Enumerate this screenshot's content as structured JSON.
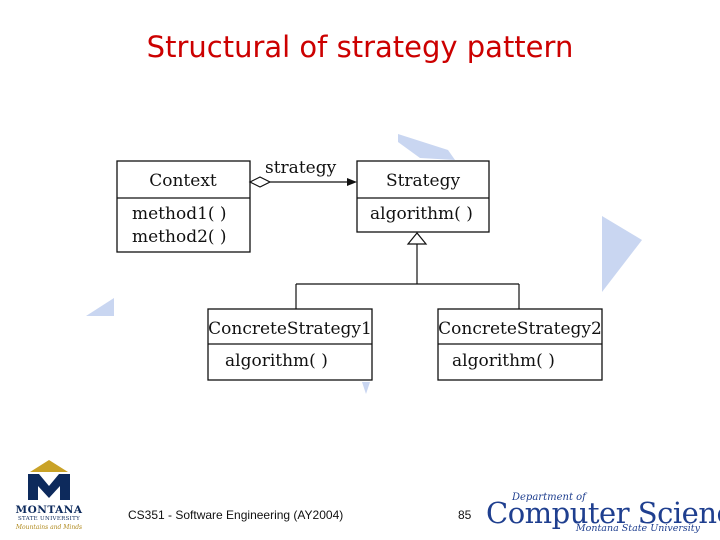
{
  "slide": {
    "title": "Structural of strategy pattern",
    "footer_course": "CS351 - Software Engineering (AY2004)",
    "page_number": "85"
  },
  "diagram": {
    "context": {
      "name": "Context",
      "methods": [
        "method1( )",
        "method2( )"
      ]
    },
    "strategy": {
      "name": "Strategy",
      "methods": [
        "algorithm( )"
      ]
    },
    "association_label": "strategy",
    "concrete": [
      {
        "name": "ConcreteStrategy1",
        "methods": [
          "algorithm( )"
        ]
      },
      {
        "name": "ConcreteStrategy2",
        "methods": [
          "algorithm( )"
        ]
      }
    ]
  },
  "logos": {
    "msu": {
      "line1": "MONTANA",
      "line2": "STATE UNIVERSITY",
      "tagline": "Mountains and Minds"
    },
    "cs": {
      "dept": "Department of",
      "name": "Computer Science",
      "university": "Montana State University"
    }
  },
  "colors": {
    "title": "#cc0000",
    "decor_arrow": "#c9d6f1",
    "logo_blue": "#1f3f8f",
    "msu_navy": "#0d2a5c",
    "msu_gold": "#c9a227"
  }
}
